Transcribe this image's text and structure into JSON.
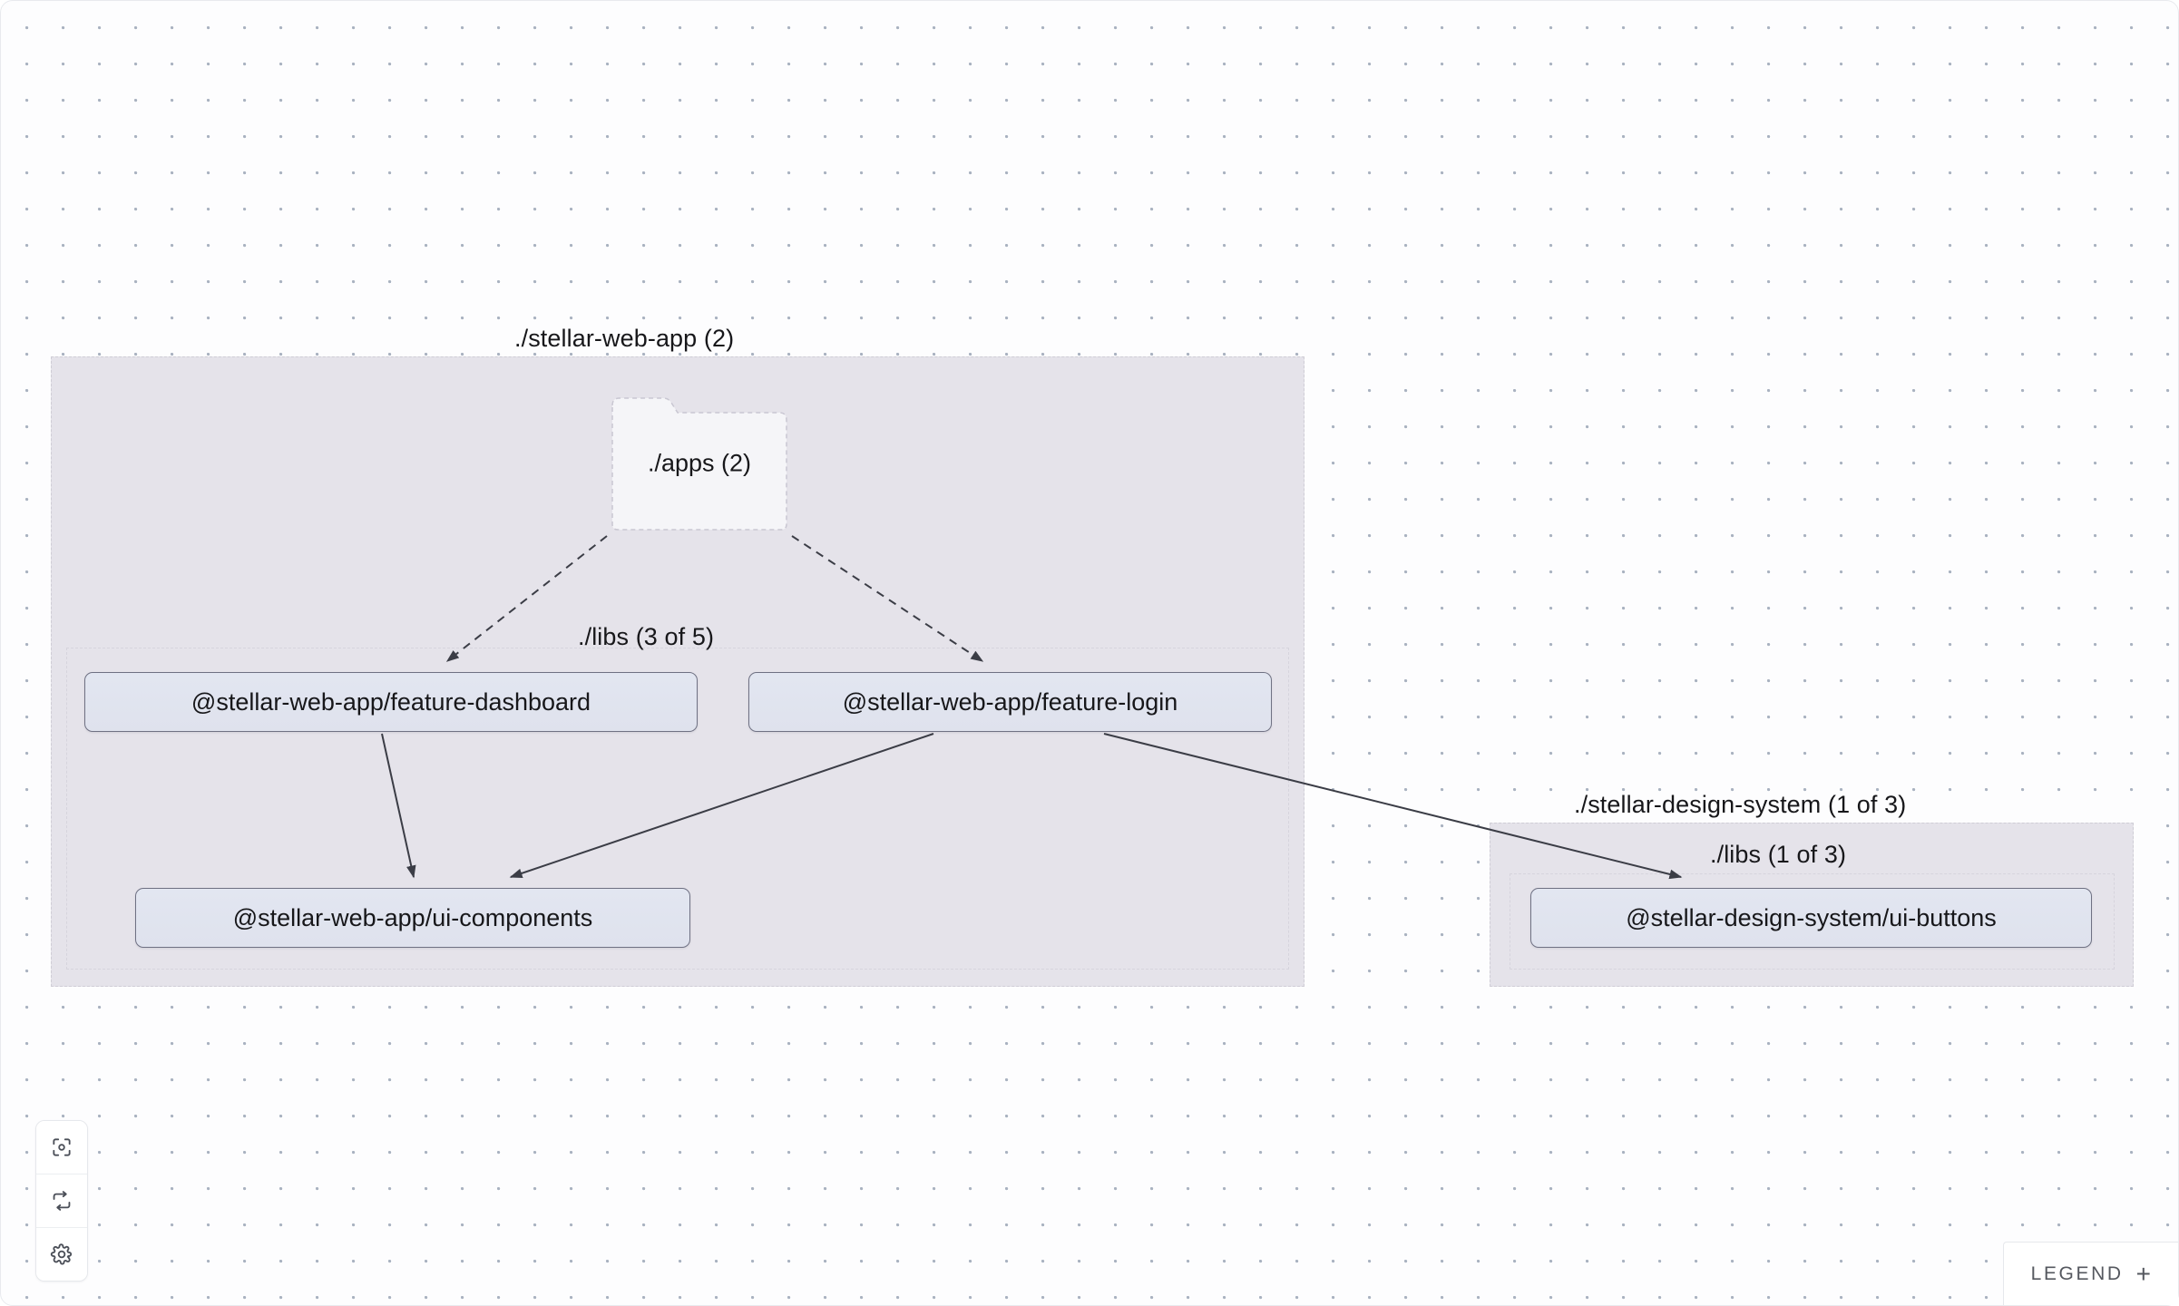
{
  "canvas": {
    "background_color": "#fdfdfe",
    "dot_color": "#a9b2c0",
    "border_color": "#e8eaee"
  },
  "graph": {
    "groups": [
      {
        "id": "web-app",
        "label": "./stellar-web-app (2)",
        "fill": "#e5e3ea",
        "border": "#cfcdd6",
        "subgroups": [
          {
            "id": "web-app-libs",
            "label": "./libs (3 of 5)"
          }
        ]
      },
      {
        "id": "design-system",
        "label": "./stellar-design-system (1 of 3)",
        "fill": "#e5e3ea",
        "border": "#cfcdd6",
        "subgroups": [
          {
            "id": "ds-libs",
            "label": "./libs (1 of 3)"
          }
        ]
      }
    ],
    "folder_nodes": [
      {
        "id": "apps",
        "label": "./apps (2)",
        "fill": "#f5f5f8",
        "border": "#c9c7d2"
      }
    ],
    "library_nodes": [
      {
        "id": "feature-dashboard",
        "label": "@stellar-web-app/feature-dashboard",
        "fill": "#e2e6f1",
        "border": "#6f7183"
      },
      {
        "id": "feature-login",
        "label": "@stellar-web-app/feature-login",
        "fill": "#e2e6f1",
        "border": "#6f7183"
      },
      {
        "id": "ui-components",
        "label": "@stellar-web-app/ui-components",
        "fill": "#e2e6f1",
        "border": "#6f7183"
      },
      {
        "id": "ui-buttons",
        "label": "@stellar-design-system/ui-buttons",
        "fill": "#e2e6f1",
        "border": "#6f7183"
      }
    ],
    "edges": [
      {
        "from": "apps",
        "to": "feature-dashboard",
        "style": "dashed"
      },
      {
        "from": "apps",
        "to": "feature-login",
        "style": "dashed"
      },
      {
        "from": "feature-dashboard",
        "to": "ui-components",
        "style": "solid"
      },
      {
        "from": "feature-login",
        "to": "ui-components",
        "style": "solid"
      },
      {
        "from": "feature-login",
        "to": "ui-buttons",
        "style": "solid"
      }
    ],
    "edge_color": "#3b3d46"
  },
  "toolbar": {
    "buttons": [
      {
        "id": "focus",
        "icon": "focus-target-icon",
        "title": "Focus graph"
      },
      {
        "id": "refresh",
        "icon": "refresh-icon",
        "title": "Refresh"
      },
      {
        "id": "settings",
        "icon": "gear-icon",
        "title": "Settings"
      }
    ]
  },
  "legend": {
    "label": "LEGEND",
    "expand_symbol": "+"
  }
}
